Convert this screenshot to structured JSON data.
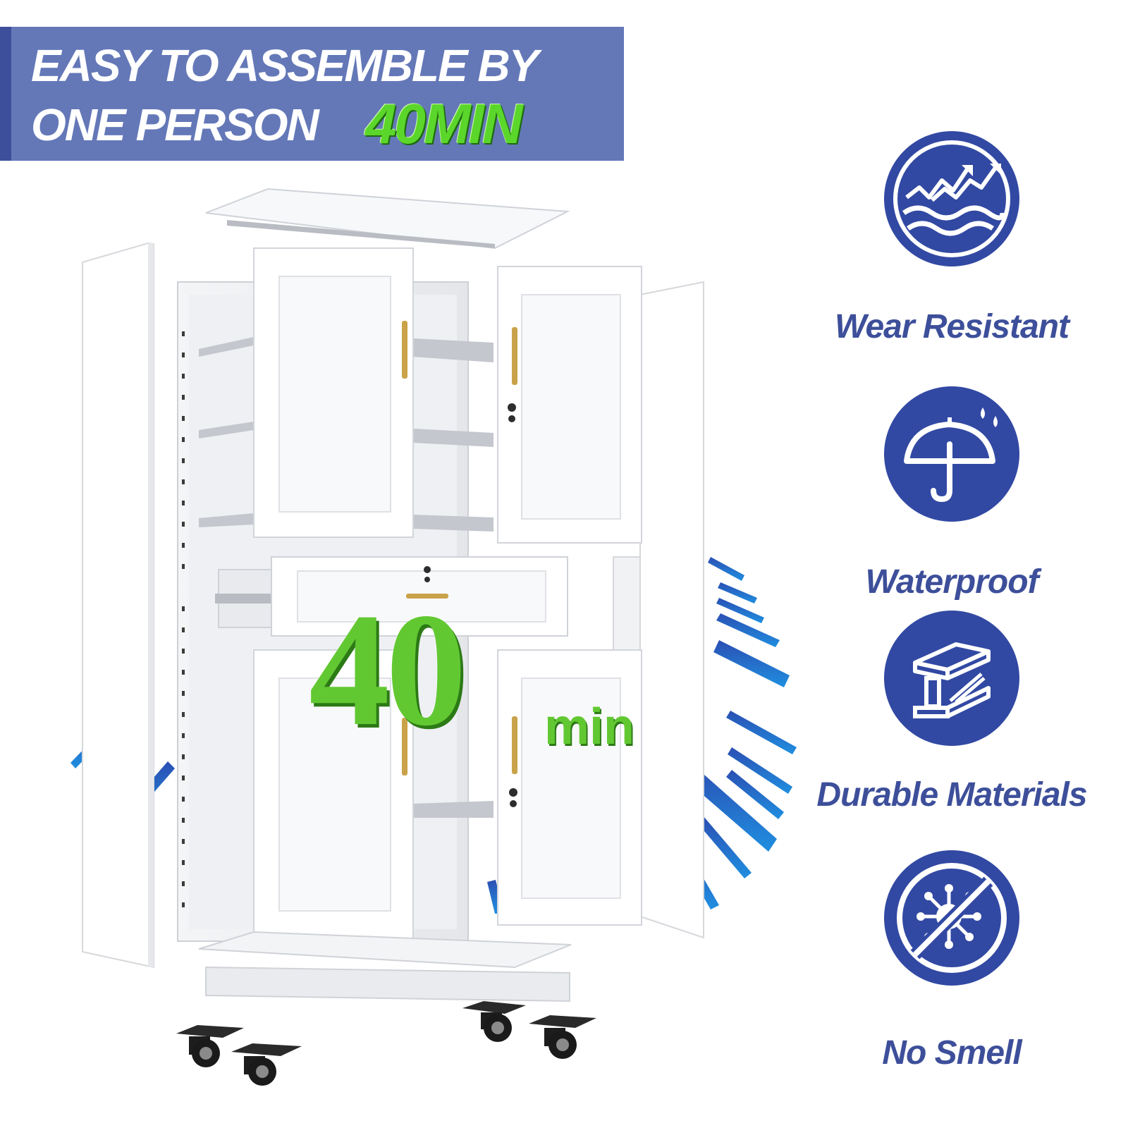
{
  "banner": {
    "line1": "EASY TO ASSEMBLE BY",
    "line2": "ONE PERSON",
    "time": "40MIN"
  },
  "overlay": {
    "number": "40",
    "unit": "min"
  },
  "features": [
    {
      "label": "Wear Resistant",
      "icon": "wear-resistant-icon"
    },
    {
      "label": "Waterproof",
      "icon": "umbrella-icon"
    },
    {
      "label": "Durable Materials",
      "icon": "steel-beam-icon"
    },
    {
      "label": "No Smell",
      "icon": "no-germ-icon"
    }
  ],
  "colors": {
    "banner": "#6478b8",
    "brand_blue": "#3d4f9a",
    "icon_circle": "#3249a3",
    "accent_green": "#5bd62a",
    "cabinet": "#ffffff"
  }
}
